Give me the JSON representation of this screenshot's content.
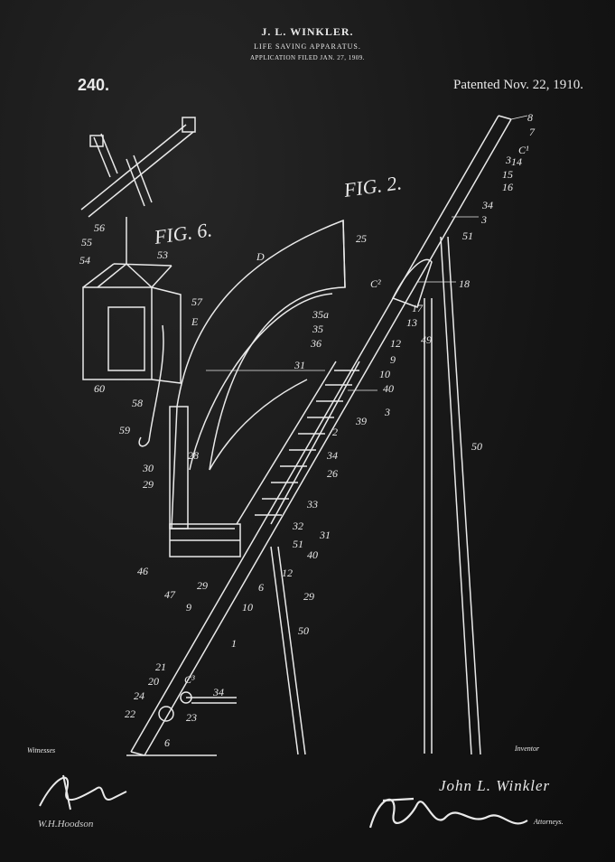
{
  "header": {
    "inventor": "J. L. WINKLER.",
    "title": "LIFE SAVING APPARATUS.",
    "filed": "APPLICATION FILED JAN. 27, 1909."
  },
  "patent_number": "240.",
  "patented": "Patented Nov. 22, 1910.",
  "figures": {
    "fig2": "FIG. 2.",
    "fig6": "FIG. 6."
  },
  "reference_labels": [
    "8",
    "7",
    "C¹",
    "3",
    "14",
    "15",
    "16",
    "34",
    "3",
    "51",
    "18",
    "C²",
    "17",
    "13",
    "12",
    "49",
    "9",
    "10",
    "40",
    "39",
    "3",
    "50",
    "25",
    "D",
    "35a",
    "35",
    "36",
    "31",
    "E",
    "57",
    "2",
    "34",
    "26",
    "33",
    "32",
    "31",
    "51",
    "40",
    "12",
    "29",
    "50",
    "28",
    "30",
    "29",
    "46",
    "47",
    "29",
    "9",
    "10",
    "6",
    "1",
    "21",
    "20",
    "C³",
    "24",
    "34",
    "22",
    "23",
    "6",
    "56",
    "55",
    "54",
    "53",
    "60",
    "58",
    "59"
  ],
  "footer": {
    "witnesses_label": "Witnesses",
    "witness_signature_2": "W.H.Hoodson",
    "inventor_label": "Inventor",
    "inventor_name": "John L. Winkler",
    "attorneys_label": "Attorneys."
  },
  "colors": {
    "background": "#1a1a1a",
    "ink": "#e9e9e9"
  }
}
